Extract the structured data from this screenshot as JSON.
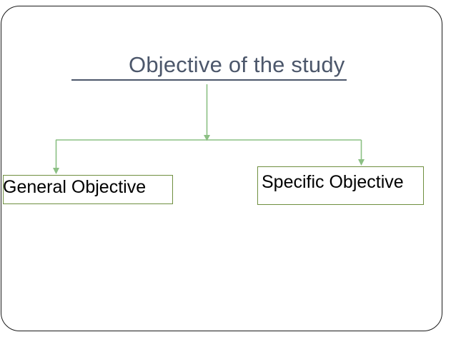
{
  "slide": {
    "title": "Objective of the study",
    "frame_color": "#1a1a1a",
    "title_color": "#4c576b",
    "connector_color": "#8cc084",
    "box_border_color": "#6f8f3f",
    "background": "#ffffff"
  },
  "diagram": {
    "type": "hierarchy",
    "root": {
      "label": "Objective of the study"
    },
    "nodes": [
      {
        "id": "general-objective",
        "label": "General Objective",
        "line1": "General",
        "line2": "Objective"
      },
      {
        "id": "specific-objective",
        "label": "Specific Objective",
        "line1": "Specific Objective",
        "line2": ""
      }
    ],
    "connectors": [
      {
        "from": "root",
        "to": "split-bar"
      },
      {
        "from": "split-bar",
        "to": "general-objective"
      },
      {
        "from": "split-bar",
        "to": "specific-objective"
      }
    ]
  }
}
